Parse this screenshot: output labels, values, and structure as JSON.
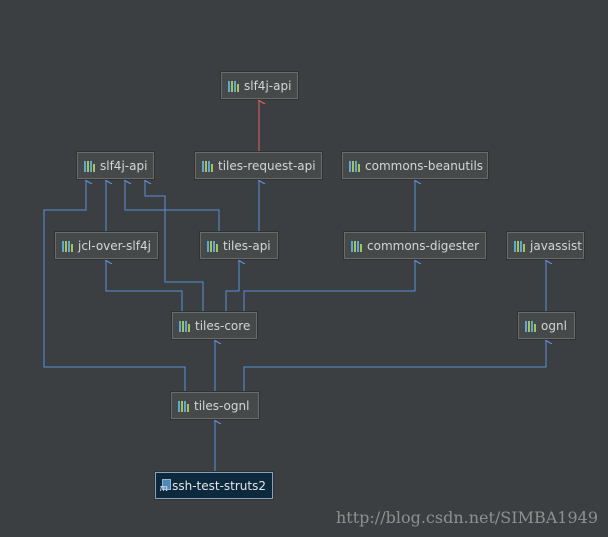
{
  "diagram": {
    "nodes": {
      "slf4j_api_top": {
        "label": "slf4j-api",
        "icon": "library-icon"
      },
      "slf4j_api": {
        "label": "slf4j-api",
        "icon": "library-icon"
      },
      "tiles_request_api": {
        "label": "tiles-request-api",
        "icon": "library-icon"
      },
      "commons_beanutils": {
        "label": "commons-beanutils",
        "icon": "library-icon"
      },
      "jcl_over_slf4j": {
        "label": "jcl-over-slf4j",
        "icon": "library-icon"
      },
      "tiles_api": {
        "label": "tiles-api",
        "icon": "library-icon"
      },
      "commons_digester": {
        "label": "commons-digester",
        "icon": "library-icon"
      },
      "javassist": {
        "label": "javassist",
        "icon": "library-icon"
      },
      "tiles_core": {
        "label": "tiles-core",
        "icon": "library-icon"
      },
      "ognl": {
        "label": "ognl",
        "icon": "library-icon"
      },
      "tiles_ognl": {
        "label": "tiles-ognl",
        "icon": "library-icon"
      },
      "ssh_test_struts2": {
        "label": "ssh-test-struts2",
        "icon": "maven-module-icon"
      }
    },
    "edges": [
      {
        "from": "tiles_request_api",
        "to": "slf4j_api_top",
        "kind": "conflict"
      },
      {
        "from": "jcl_over_slf4j",
        "to": "slf4j_api",
        "kind": "normal"
      },
      {
        "from": "tiles_api",
        "to": "slf4j_api",
        "kind": "normal"
      },
      {
        "from": "tiles_api",
        "to": "tiles_request_api",
        "kind": "normal"
      },
      {
        "from": "commons_digester",
        "to": "commons_beanutils",
        "kind": "normal"
      },
      {
        "from": "ognl",
        "to": "javassist",
        "kind": "normal"
      },
      {
        "from": "tiles_core",
        "to": "slf4j_api",
        "kind": "normal"
      },
      {
        "from": "tiles_core",
        "to": "jcl_over_slf4j",
        "kind": "normal"
      },
      {
        "from": "tiles_core",
        "to": "tiles_api",
        "kind": "normal"
      },
      {
        "from": "tiles_core",
        "to": "commons_digester",
        "kind": "normal"
      },
      {
        "from": "tiles_ognl",
        "to": "slf4j_api",
        "kind": "normal"
      },
      {
        "from": "tiles_ognl",
        "to": "tiles_core",
        "kind": "normal"
      },
      {
        "from": "tiles_ognl",
        "to": "ognl",
        "kind": "normal"
      },
      {
        "from": "ssh_test_struts2",
        "to": "tiles_ognl",
        "kind": "normal"
      }
    ],
    "colors": {
      "background": "#3c3f41",
      "edge": "#5b8fd6",
      "conflict_edge": "#e0605e"
    }
  },
  "watermark": "http://blog.csdn.net/SIMBA1949"
}
